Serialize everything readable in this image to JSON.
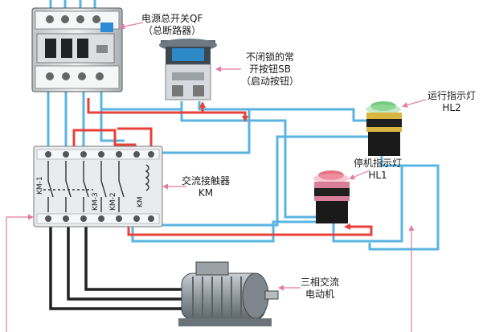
{
  "labels": {
    "main_switch": "电源总开关QF",
    "main_switch_sub": "（总断路器）",
    "start_button_1": "不闭锁的常",
    "start_button_2": "开按钮SB",
    "start_button_3": "（启动按钮）",
    "run_lamp_1": "运行指示灯",
    "run_lamp_2": "HL2",
    "stop_lamp_1": "停机指示灯",
    "stop_lamp_2": "HL1",
    "contactor_1": "交流接触器",
    "contactor_2": "KM",
    "motor_1": "三相交流",
    "motor_2": "电动机"
  },
  "contactor_marks": {
    "km1": "KM-1",
    "km3": "KM-3",
    "km2": "KM-2",
    "km": "KM"
  },
  "colors": {
    "line_blue": "#5ab4e2",
    "line_red": "#e8403a",
    "line_black": "#222222",
    "pointer_pink": "#e57aa0",
    "lamp_green": "#5cc36a",
    "lamp_red": "#e3586c"
  }
}
